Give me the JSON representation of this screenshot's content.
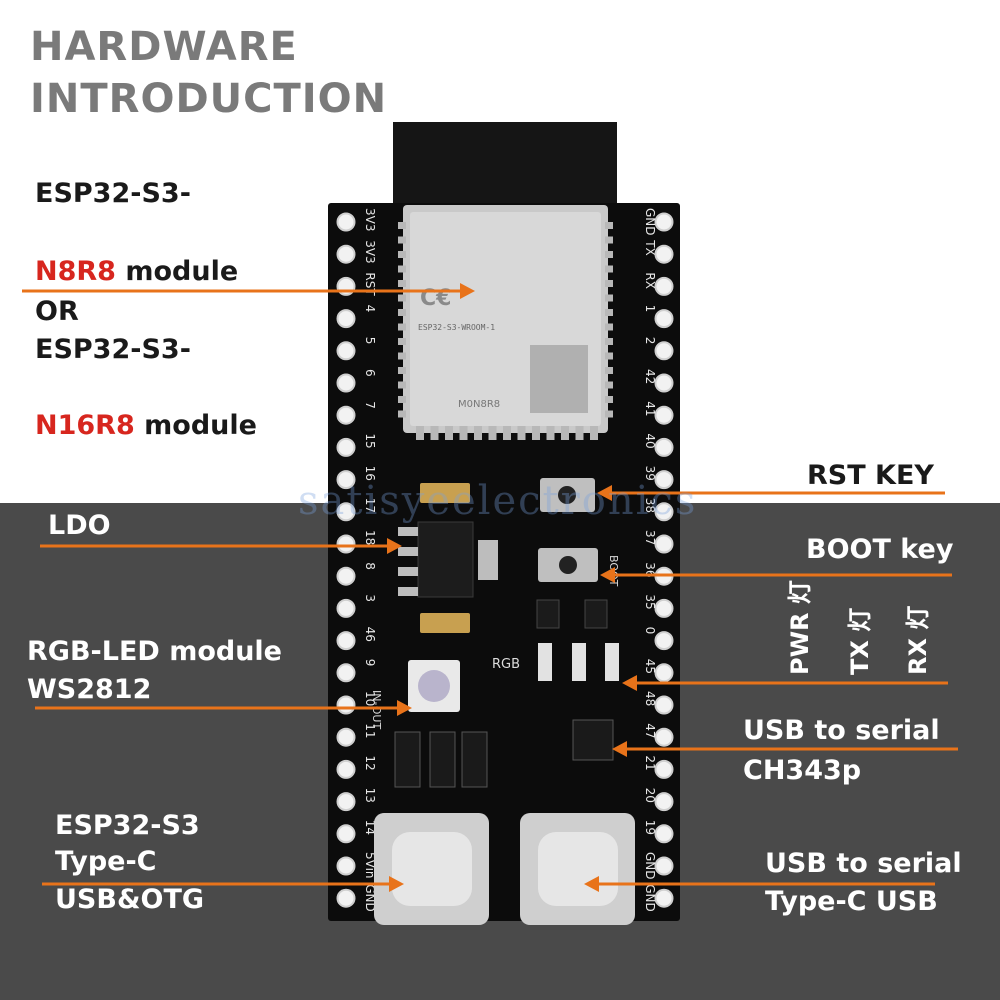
{
  "heading": {
    "line1": "HARDWARE",
    "line2": "INTRODUCTION"
  },
  "labels": {
    "module_line1": "ESP32-S3-",
    "module_a_red": "N8R8",
    "module_a_rest": " module",
    "or": "OR",
    "module_line2": "ESP32-S3-",
    "module_b_red": "N16R8",
    "module_b_rest": " module",
    "rst_key": "RST KEY",
    "ldo": "LDO",
    "boot_key": "BOOT key",
    "rgb_line1": "RGB-LED module",
    "rgb_line2": "WS2812",
    "pwr": "PWR 灯",
    "tx": "TX 灯",
    "rx": "RX 灯",
    "usb_serial_line1": "USB to serial",
    "usb_serial_line2": "CH343p",
    "typec_line1": "ESP32-S3",
    "typec_line2": "Type-C",
    "typec_line3": "USB&OTG",
    "typec2_line1": "USB to serial",
    "typec2_line2": "Type-C USB"
  },
  "board": {
    "left_pins": [
      "3V3",
      "3V3",
      "RST",
      "4",
      "5",
      "6",
      "7",
      "15",
      "16",
      "17",
      "18",
      "8",
      "3",
      "46",
      "9",
      "10",
      "11",
      "12",
      "13",
      "14",
      "5Vin",
      "GND"
    ],
    "right_pins": [
      "GND",
      "TX",
      "RX",
      "1",
      "2",
      "42",
      "41",
      "40",
      "39",
      "38",
      "37",
      "36",
      "35",
      "0",
      "45",
      "48",
      "47",
      "21",
      "20",
      "19",
      "GND",
      "GND"
    ],
    "module_text": [
      "ESP32-S3-WROOM-1",
      "M0N8R8"
    ],
    "silk_rgb": "RGB",
    "silk_boot": "BOOT",
    "silk_in_out": "IN-OUT"
  },
  "watermark": "satisyeelectronics",
  "colors": {
    "arrow": "#e8731a",
    "board": "#0c0c0c",
    "red_text": "#d7261e",
    "heading": "#7a7a7a"
  }
}
